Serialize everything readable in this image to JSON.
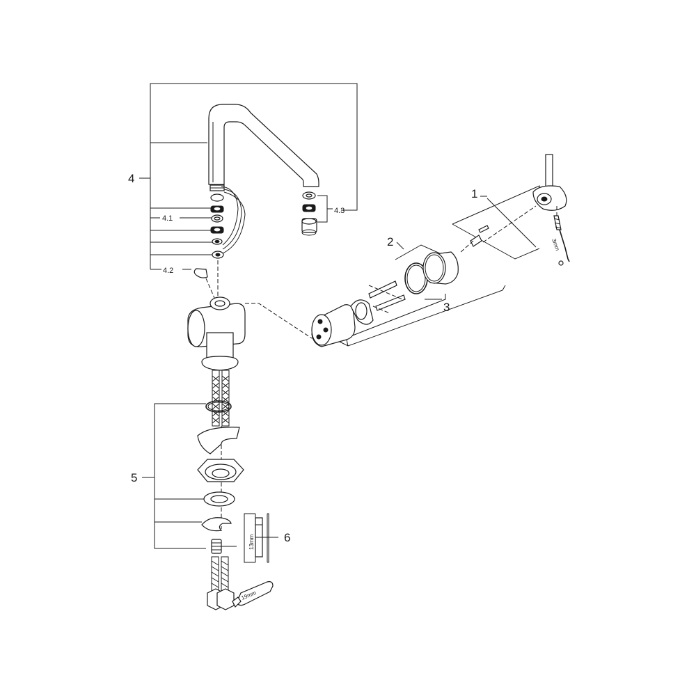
{
  "labels": {
    "part_1": "1",
    "part_2": "2",
    "part_3": "3",
    "part_4": "4",
    "part_4_1": "4.1",
    "part_4_2": "4.2",
    "part_4_3": "4.3",
    "part_5": "5",
    "part_6": "6"
  },
  "dimensions": {
    "hex_key": "3mm",
    "socket_wrench": "13mm",
    "open_wrench": "19mm"
  }
}
